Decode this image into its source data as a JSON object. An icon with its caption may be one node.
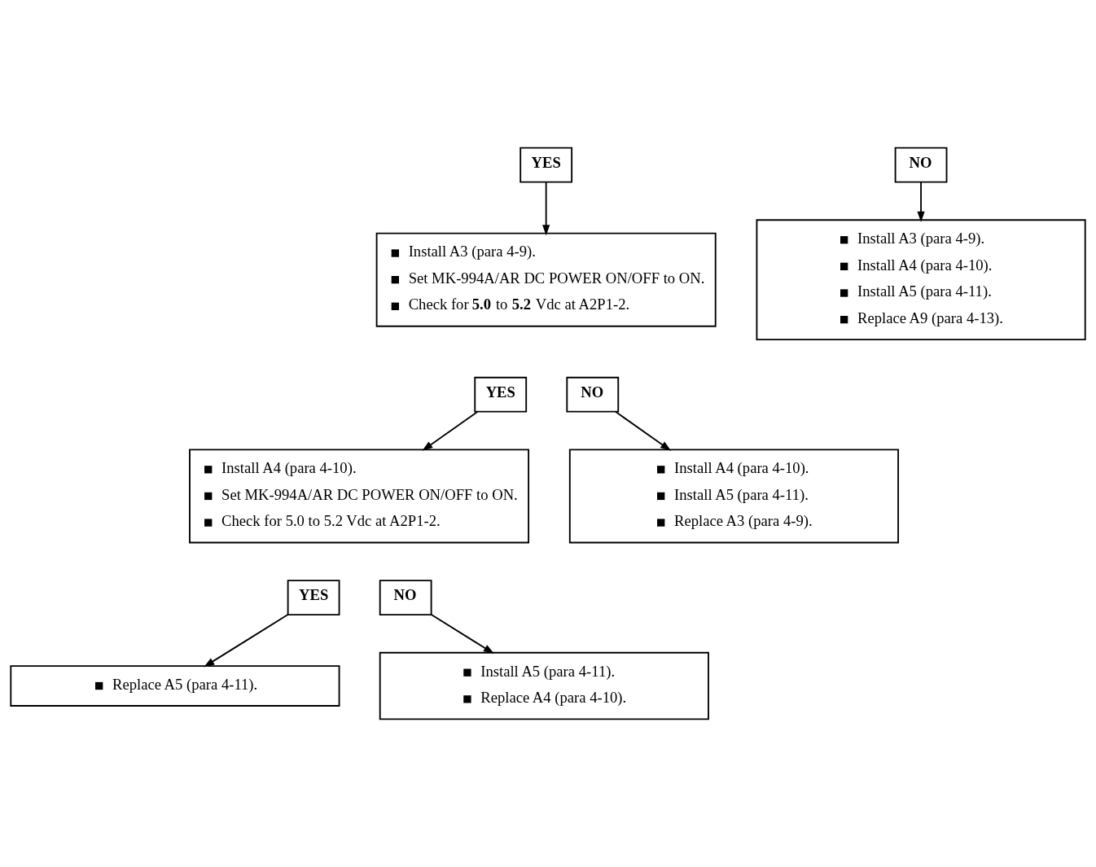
{
  "diagram": {
    "nodes": [
      {
        "text": [
          "YES"
        ]
      },
      {
        "text": [
          "NO"
        ]
      },
      {
        "text": [
          "Install A3 (para 4-9).",
          "Set MK-994A/AR DC POWER ON/OFF to ON.",
          "Check for **5.0** to **5.2** Vdc at A2P1-2."
        ]
      },
      {
        "text": [
          "Install A3 (para 4-9).",
          "Install A4 (para 4-10).",
          "Install A5 (para 4-11).",
          "Replace A9 (para 4-13)."
        ]
      },
      {
        "text": [
          "YES"
        ]
      },
      {
        "text": [
          "NO"
        ]
      },
      {
        "text": [
          "Install A4 (para 4-10).",
          "Set MK-994A/AR DC POWER ON/OFF to ON.",
          "Check for 5.0 to 5.2 Vdc at A2P1-2."
        ]
      },
      {
        "text": [
          "Install A4 (para 4-10).",
          "Install A5 (para 4-11).",
          "Replace A3 (para 4-9)."
        ]
      },
      {
        "text": [
          "YES"
        ]
      },
      {
        "text": [
          "NO"
        ]
      },
      {
        "text": [
          "Replace A5 (para 4-11)."
        ]
      },
      {
        "text": [
          "Install A5 (para 4-11).",
          "Replace A4 (para 4-10)."
        ]
      }
    ],
    "edges": [
      {
        "from": 0,
        "to": 2,
        "arrow": "to"
      },
      {
        "from": 1,
        "to": 3,
        "arrow": "to"
      },
      {
        "from": 4,
        "to": 6,
        "arrow": "to"
      },
      {
        "from": 5,
        "to": 7,
        "arrow": "to"
      },
      {
        "from": 8,
        "to": 10,
        "arrow": "to"
      },
      {
        "from": 9,
        "to": 11,
        "arrow": "to"
      }
    ]
  }
}
